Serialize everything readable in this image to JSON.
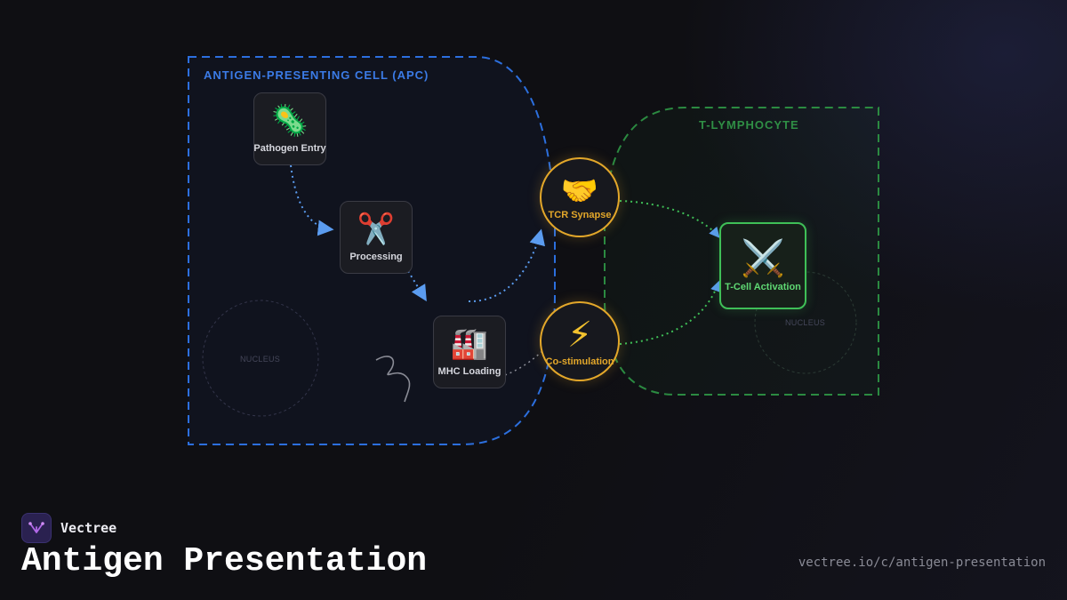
{
  "diagram": {
    "regions": {
      "apc": {
        "label": "ANTIGEN-PRESENTING CELL (APC)",
        "color": "#3b7be6",
        "nucleus_label": "NUCLEUS"
      },
      "tcell": {
        "label": "T-LYMPHOCYTE",
        "color": "#2f8f45",
        "nucleus_label": "NUCLEUS"
      }
    },
    "nodes": [
      {
        "id": "pathogen_entry",
        "label": "Pathogen Entry",
        "icon": "microbe-icon",
        "glyph": "🦠"
      },
      {
        "id": "processing",
        "label": "Processing",
        "icon": "scissors-icon",
        "glyph": "✂️"
      },
      {
        "id": "mhc_loading",
        "label": "MHC Loading",
        "icon": "factory-icon",
        "glyph": "🏭"
      },
      {
        "id": "tcr_synapse",
        "label": "TCR Synapse",
        "icon": "handshake-icon",
        "glyph": "🤝"
      },
      {
        "id": "co_stimulation",
        "label": "Co-stimulation",
        "icon": "lightning-icon",
        "glyph": "⚡"
      },
      {
        "id": "tcell_activation",
        "label": "T-Cell Activation",
        "icon": "crossed-swords-icon",
        "glyph": "⚔️"
      }
    ],
    "edges": [
      {
        "from": "pathogen_entry",
        "to": "processing"
      },
      {
        "from": "processing",
        "to": "mhc_loading"
      },
      {
        "from": "mhc_loading",
        "to": "tcr_synapse"
      },
      {
        "from": "mhc_loading",
        "to": "co_stimulation"
      },
      {
        "from": "tcr_synapse",
        "to": "tcell_activation"
      },
      {
        "from": "co_stimulation",
        "to": "tcell_activation"
      }
    ],
    "colors": {
      "apc_flow": "#5b9cf0",
      "tcell_flow": "#3fbf57",
      "signal_node": "#e3a72a",
      "activation_node": "#3fbf57"
    }
  },
  "brand": {
    "name": "Vectree",
    "logo_icon": "vectree-logo-icon"
  },
  "page": {
    "title": "Antigen Presentation",
    "url": "vectree.io/c/antigen-presentation"
  }
}
